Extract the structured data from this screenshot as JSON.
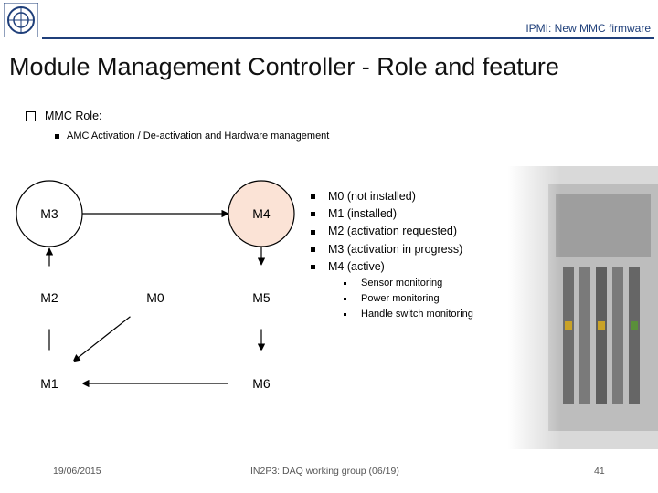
{
  "header": {
    "title": "IPMI: New MMC firmware",
    "accent_color": "#1f3f7a"
  },
  "slide": {
    "title": "Module Management Controller - Role and feature"
  },
  "bullets": {
    "level1": "MMC Role:",
    "level2": "AMC Activation / De-activation and Hardware management"
  },
  "diagram": {
    "nodes": {
      "m3": "M3",
      "m4": "M4",
      "m2": "M2",
      "m0": "M0",
      "m5": "M5",
      "m1": "M1",
      "m6": "M6"
    },
    "highlight_color": "#fbe3d6"
  },
  "states": [
    "M0 (not installed)",
    "M1 (installed)",
    "M2 (activation requested)",
    "M3 (activation in progress)",
    "M4 (active)"
  ],
  "sub_states": [
    "Sensor monitoring",
    "Power monitoring",
    "Handle switch monitoring"
  ],
  "footer": {
    "date": "19/06/2015",
    "event": "IN2P3: DAQ working group (06/19)",
    "page": "41"
  }
}
